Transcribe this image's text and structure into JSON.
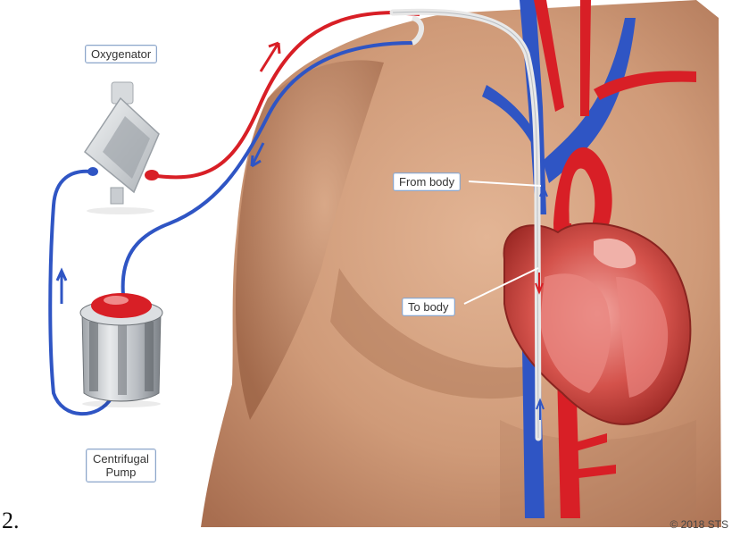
{
  "labels": {
    "oxygenator": "Oxygenator",
    "from_body": "From body",
    "to_body": "To body",
    "pump": "Centrifugal\nPump"
  },
  "figure_number": "2.",
  "copyright": "© 2018 STS",
  "colors": {
    "oxygenated_blood": "#d81f26",
    "deoxygenated_blood": "#2f55c4",
    "skin": "#c99474",
    "heart": "#c23a35",
    "label_border": "#8da6c9",
    "cannula": "#e8e8e8"
  },
  "icons": [
    "flow-arrow-up-icon",
    "flow-arrow-down-icon"
  ]
}
